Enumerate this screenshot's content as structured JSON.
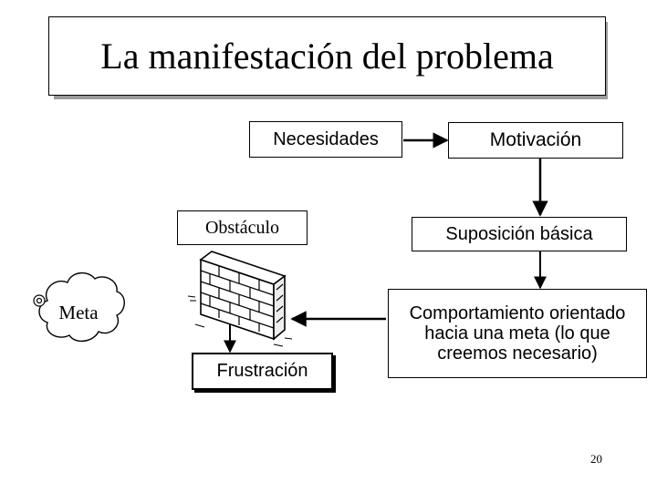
{
  "title": "La manifestación del problema",
  "nodes": {
    "necesidades": "Necesidades",
    "motivacion": "Motivación",
    "obstaculo": "Obstáculo",
    "suposicion": "Suposición básica",
    "comportamiento": "Comportamiento orientado hacia una meta (lo que creemos necesario)",
    "frustracion": "Frustración",
    "meta": "Meta"
  },
  "page_number": "20",
  "icons": [
    "brick-wall-icon",
    "cloud-icon",
    "target-icon"
  ]
}
